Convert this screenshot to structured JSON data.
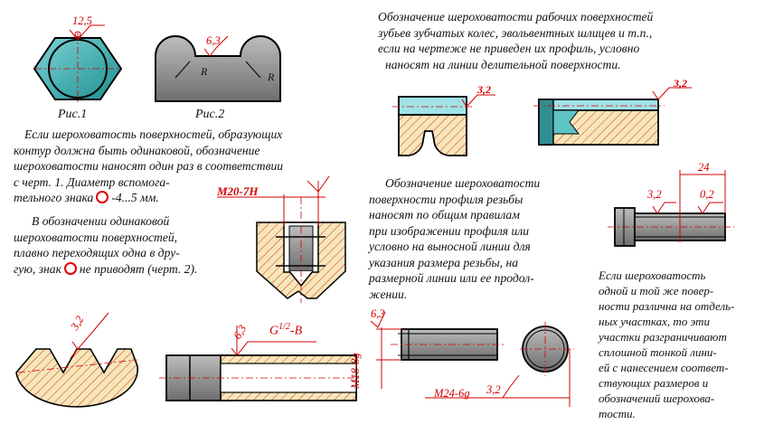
{
  "figures": {
    "fig1_caption": "Рис.1",
    "fig2_caption": "Рис.2",
    "fig1_roughness": "12,5",
    "fig2_roughness": "6,3",
    "radius_label": "R"
  },
  "text": {
    "left_para1": [
      "Если шероховатость поверхностей, образующих",
      "контур должна быть одинаковой, обозначение",
      "шероховатости наносят один раз в соответствии",
      "с черт. 1. Диаметр вспомога-",
      "тельного знака"
    ],
    "left_para1_tail": "-4...5 мм.",
    "left_para2": [
      "В обозначении одинаковой",
      "шероховатости поверхностей,",
      "плавно переходящих одна в дру-",
      "гую, знак"
    ],
    "left_para2_tail": "не приводят (черт. 2).",
    "right_top": [
      "Обозначение шероховатости рабочих поверхностей",
      "зубьев зубчатых колес, эвольвентных шлицев и т.п.,",
      "если на чертеже не приведен их профиль, условно",
      "наносят на линии делительной поверхности."
    ],
    "mid_para": [
      "Обозначение шероховатости",
      "поверхности профиля резьбы",
      "наносят по общим правилам",
      "при изображении профиля или",
      "условно на выносной линии для",
      "указания размера резьбы, на",
      "размерной линии или ее продол-",
      "жении."
    ],
    "right_para": [
      "Если шероховатость",
      "одной и той же повер-",
      "ности различна на отдель-",
      "ных участках, то эти",
      "участки разграничивают",
      "сплошной тонкой лини-",
      "ей с нанесением соответ-",
      "ствующих размеров и",
      "обозначений шерохова-",
      "тости."
    ]
  },
  "annotations": {
    "thread_m20": "M20-7H",
    "thread_g": "G",
    "thread_g_frac": "1/2",
    "thread_g_tail": "-B",
    "gear_r1": "3,2",
    "gear_r2": "3,2",
    "thread_profile_r": "3,2",
    "pipe_r": "6,3",
    "bolt_r1": "6,3",
    "bolt_r2": "3,2",
    "bolt_m24": "M24-6g",
    "bolt_m18": "M18-8g",
    "shaft_dim": "24",
    "shaft_r1": "3,2",
    "shaft_r2": "0,2"
  },
  "colors": {
    "teal": "#2fa6a8",
    "grey": "#8c8c8c",
    "hatch": "#f6e6b8",
    "red": "#d10000"
  }
}
